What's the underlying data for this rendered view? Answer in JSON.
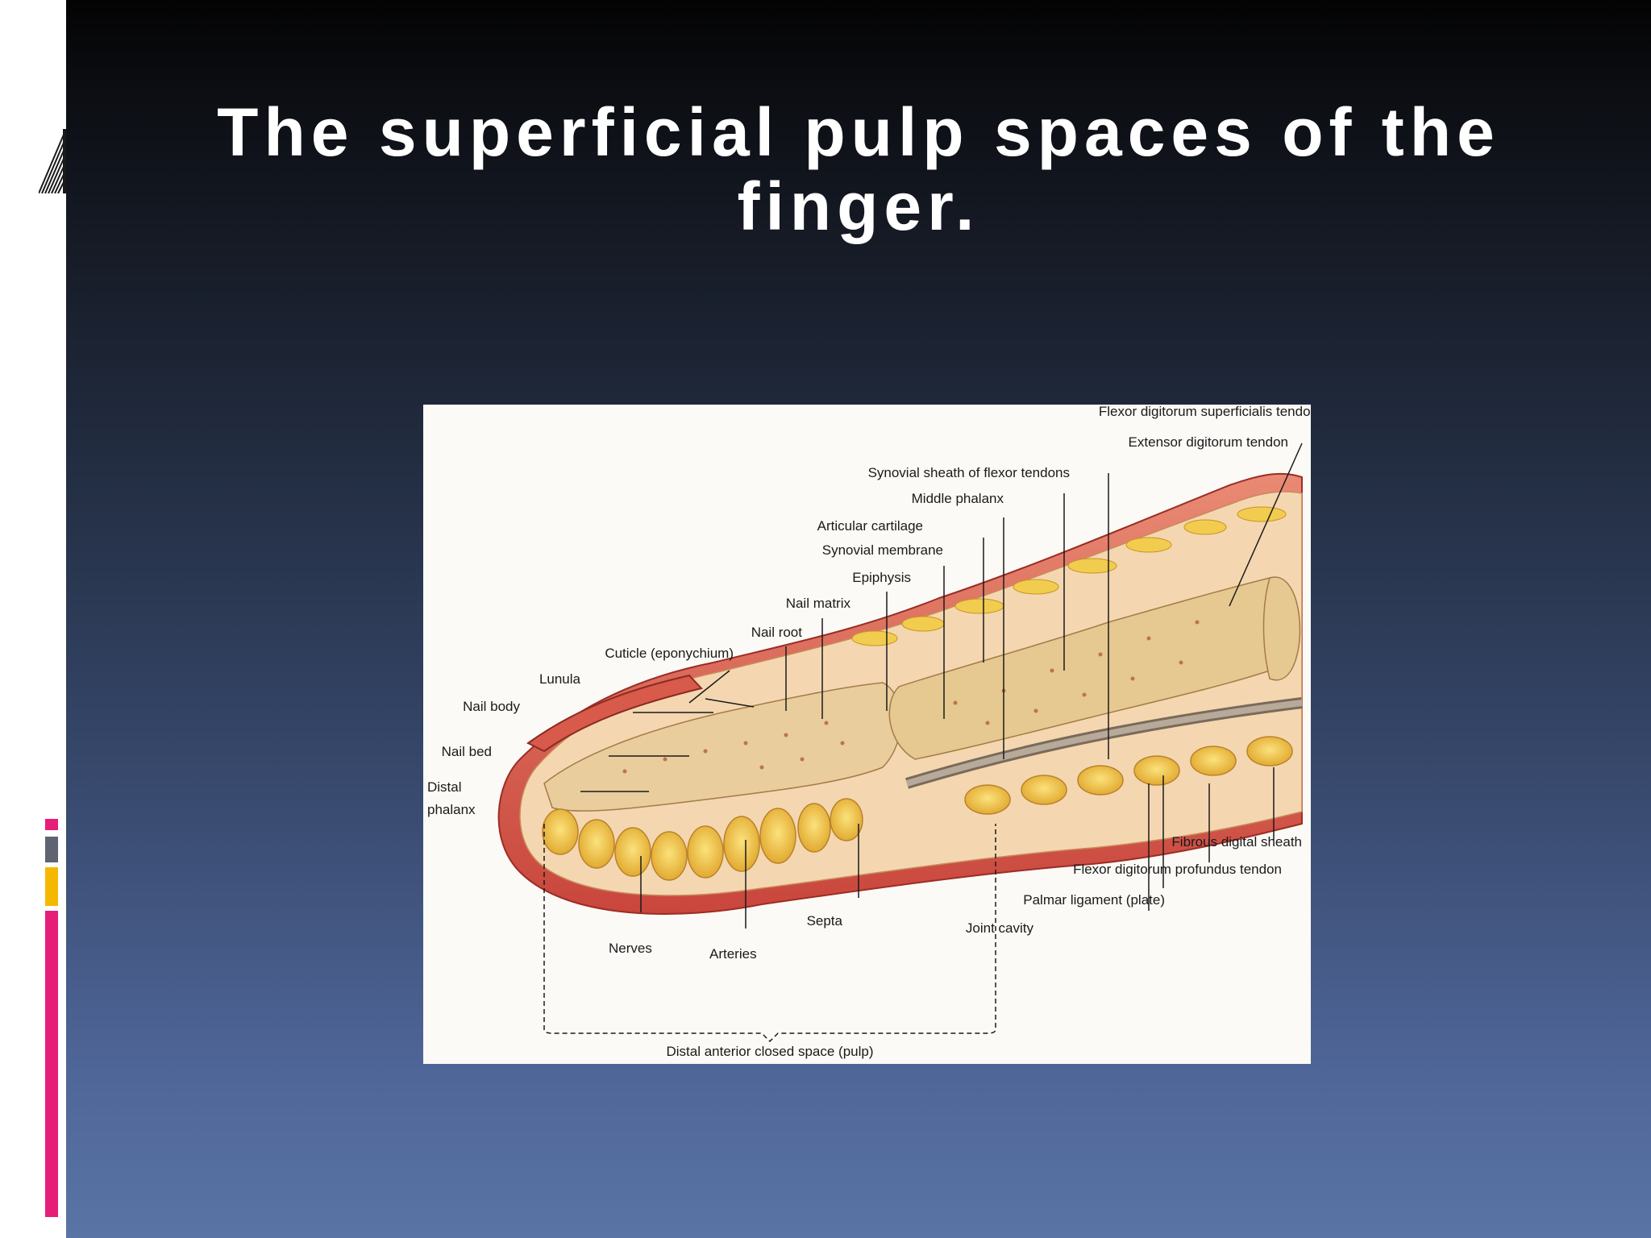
{
  "slide": {
    "title_line1": "The superficial pulp spaces of the",
    "title_line2": "finger."
  },
  "decor": {
    "accent_pink": "#e61e78",
    "accent_gray": "#5f6472",
    "accent_yellow": "#f5b800"
  },
  "figure": {
    "labels": {
      "fds_tendon": "Flexor digitorum superficialis tendon",
      "ext_tendon": "Extensor digitorum tendon",
      "syn_sheath": "Synovial sheath of flexor tendons",
      "middle_phalanx": "Middle phalanx",
      "artic_cart": "Articular cartilage",
      "syn_membrane": "Synovial membrane",
      "epiphysis": "Epiphysis",
      "nail_matrix": "Nail matrix",
      "nail_root": "Nail root",
      "cuticle": "Cuticle (eponychium)",
      "lunula": "Lunula",
      "nail_body": "Nail body",
      "nail_bed": "Nail bed",
      "distal_phalanx_1": "Distal",
      "distal_phalanx_2": "phalanx",
      "fibrous_sheath": "Fibrous digital sheath",
      "fdp_tendon": "Flexor digitorum profundus tendon",
      "palmar_lig": "Palmar ligament (plate)",
      "joint_cavity": "Joint cavity",
      "septa": "Septa",
      "nerves": "Nerves",
      "arteries": "Arteries",
      "pulp_space": "Distal anterior closed space (pulp)"
    }
  }
}
